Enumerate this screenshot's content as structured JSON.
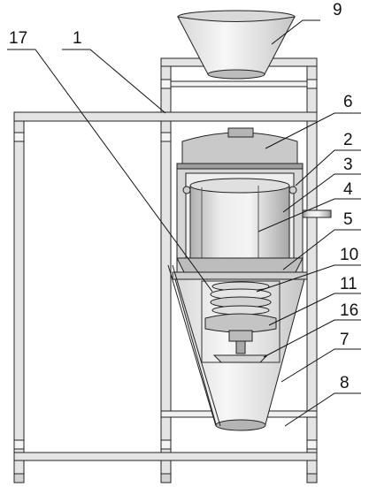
{
  "figure": {
    "labels": {
      "l1": "1",
      "l2": "2",
      "l3": "3",
      "l4": "4",
      "l5": "5",
      "l6": "6",
      "l7": "7",
      "l8": "8",
      "l9": "9",
      "l10": "10",
      "l11": "11",
      "l16": "16",
      "l17": "17"
    }
  },
  "colors": {
    "outline": "#222222",
    "frame_fill": "#e4e4e4",
    "metal_light": "#eeeeee",
    "metal_mid": "#cfcfcf",
    "metal_dark": "#9a9a9a",
    "background": "#ffffff"
  }
}
